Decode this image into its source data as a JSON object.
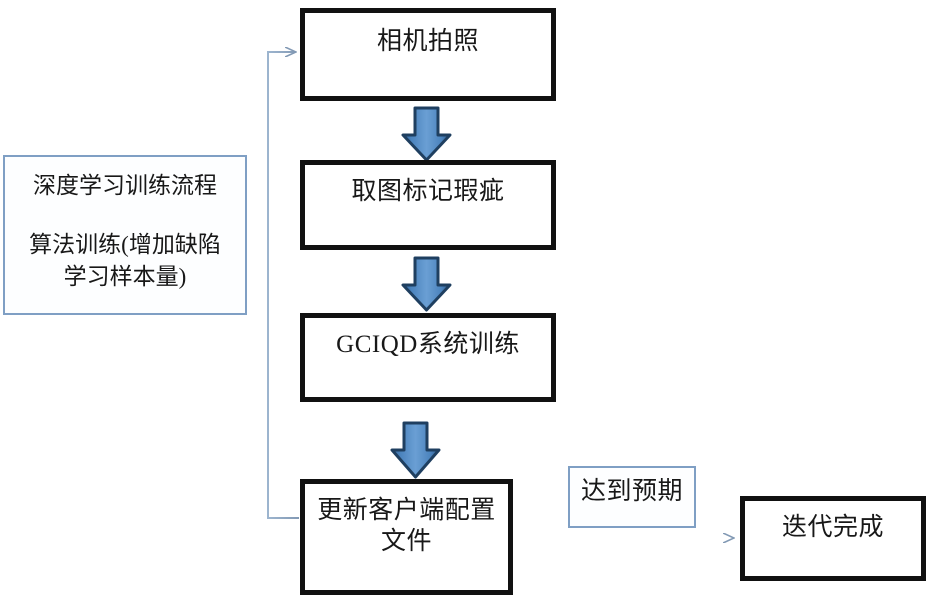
{
  "diagram": {
    "title_visible": false,
    "colors": {
      "box_border_strong": "#111111",
      "box_border_light": "#7f9fc4",
      "block_arrow_fill": "#5b8fc9",
      "block_arrow_stroke": "#1f3f60",
      "connector_line": "#8fa9c6",
      "background": "#ffffff",
      "text": "#181818"
    },
    "nodes": {
      "camera_capture": "相机拍照",
      "mark_defects": "取图标记瑕疵",
      "system_training": "GCIQD系统训练",
      "update_client_config": "更新客户端配置\n文件",
      "meet_expectation": "达到预期",
      "iteration_done": "迭代完成"
    },
    "note": {
      "line1": "深度学习训练流程",
      "line2": "算法训练(增加缺陷",
      "line3": "学习样本量)"
    },
    "connectors": {
      "arrow_1_label": "",
      "arrow_2_label": "",
      "arrow_3_label": "",
      "feedback_label": "",
      "to_done_label": ""
    }
  }
}
